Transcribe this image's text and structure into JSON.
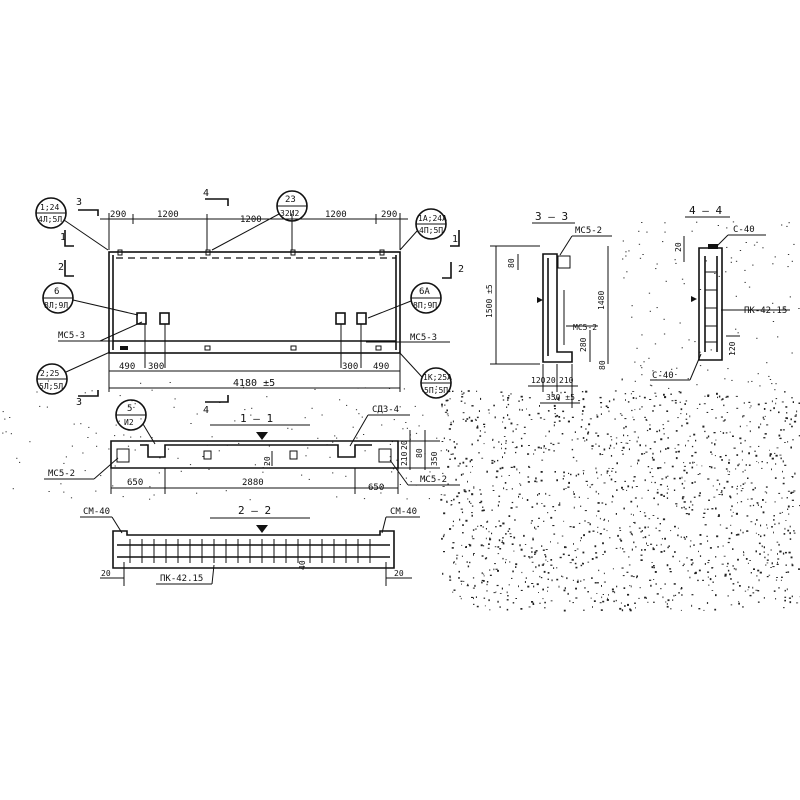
{
  "labels": {
    "dim_top_290_left": "290",
    "dim_top_1200_a": "1200",
    "dim_top_1200_b": "1200",
    "dim_top_1200_c": "1200",
    "dim_top_290_right": "290",
    "cut_3_top": "3",
    "cut_3_bottom": "3",
    "cut_4_top": "4",
    "cut_4_bottom": "4",
    "cut_1_left": "1",
    "cut_1_right": "1",
    "cut_2_left": "2",
    "cut_2_right": "2",
    "bubble_tl_a": "1;24",
    "bubble_tl_b": "4Л;5Л",
    "bubble_top_a": "23",
    "bubble_top_b": "32И2",
    "bubble_tr_a": "1А;24А",
    "bubble_tr_b": "4П;5П",
    "bubble_g_a": "6",
    "bubble_g_b": "8Л;9Л",
    "bubble_ga_a": "6А",
    "bubble_ga_b": "8П;9П",
    "bubble_bl_a": "2;25",
    "bubble_bl_b": "5Л;5Л",
    "bubble_br_a": "1К;25А",
    "bubble_br_b": "5П;5П",
    "mc5_3_left": "МС5-3",
    "mc5_3_right": "МС5-3",
    "dim_bot_490_left": "490",
    "dim_bot_300_left": "300",
    "dim_total": "4180 ±5",
    "dim_bot_300_right": "300",
    "dim_bot_490_right": "490",
    "section_3_title": "3 — 3",
    "mc5_2_s3": "МС5-2",
    "mc5_2_s3_inner": "МС5-2",
    "dim_s3_height": "1500 ±5",
    "dim_s3_height2": "1480",
    "dim_s3_80_top": "80",
    "dim_s3_80_bot": "80",
    "dim_s3_280": "280",
    "dim_s3_120": "120",
    "dim_s3_20_a": "20",
    "dim_s3_210": "210",
    "dim_s3_350": "350 ±5",
    "section_4_title": "4 — 4",
    "c40_top": "С-40",
    "c40_bot": "С-40",
    "pk_s4": "ПК-42.15",
    "dim_s4_20": "20",
    "dim_s4_120": "120",
    "bubble_5_a": "5",
    "bubble_5_b": "И2",
    "section_1_title": "1 — 1",
    "sd3": "СД3-4",
    "mc5_2_s1_left": "МС5-2",
    "mc5_2_s1_right": "МС5-2",
    "dim_s1_650_left": "650",
    "dim_s1_2880": "2880",
    "dim_s1_650_right": "650",
    "dim_s1_20": "20",
    "dim_s1_210": "210",
    "dim_s1_80": "80",
    "dim_s1_350": "350",
    "dim_s1_mid": "20",
    "section_2_title": "2 — 2",
    "cm40_left": "СМ-40",
    "cm40_right": "СМ-40",
    "pk_s2": "ПК-42.15",
    "dim_s2_20_left": "20",
    "dim_s2_20_right": "20",
    "dim_s2_mid": "40"
  }
}
